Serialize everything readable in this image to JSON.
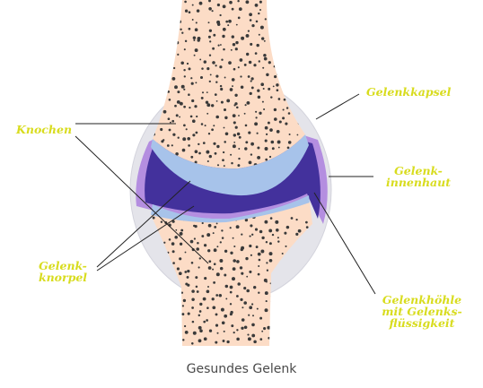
{
  "labels": {
    "knochen": "Knochen",
    "gelenkkapsel": "Gelenkkapsel",
    "gelenkinnenhaut": [
      "Gelenk-",
      "innenhaut"
    ],
    "gelenkknorpel": [
      "Gelenk-",
      "knorpel"
    ],
    "gelenkhoehle": [
      "Gelenkhöhle",
      "mit Gelenks-",
      "flüssigkeit"
    ]
  },
  "caption": "Gesundes Gelenk",
  "colors": {
    "label": "#d8dc1e",
    "bone": "#fcdcc6",
    "capsule": "#e4e4ea",
    "synovium": "#b48ee0",
    "cavity": "#43319c",
    "cartilage": "#a7c3ea",
    "pores": "#3a3a3a"
  }
}
